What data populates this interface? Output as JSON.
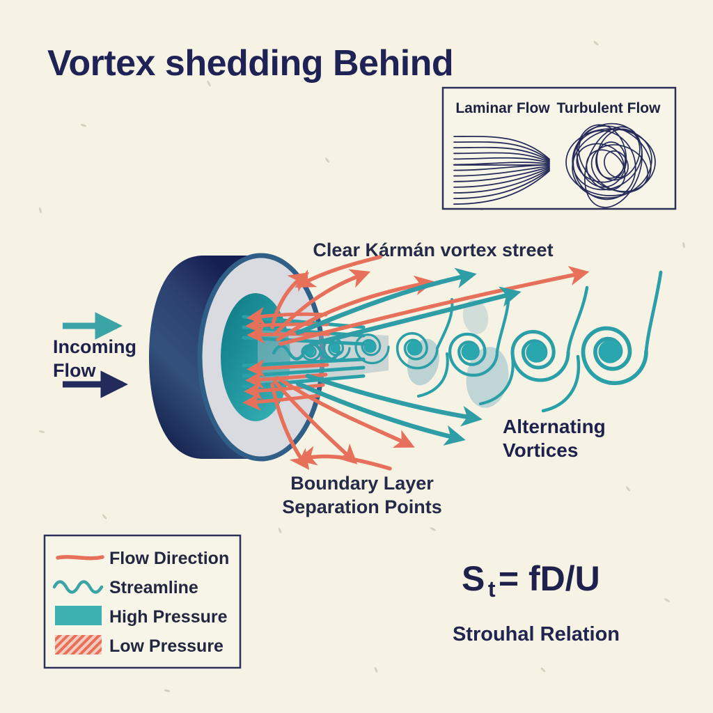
{
  "title": "Vortex shedding Behind",
  "inset": {
    "laminar_label": "Laminar Flow",
    "turbulent_label": "Turbulent Flow"
  },
  "diagram": {
    "karman_label": "Clear Kármán vortex street",
    "incoming_line1": "Incoming",
    "incoming_line2": "Flow",
    "alternating_line1": "Alternating",
    "alternating_line2": "Vortices",
    "boundary_line1": "Boundary Layer",
    "boundary_line2": "Separation Points"
  },
  "legend": {
    "items": [
      {
        "label": "Flow Direction",
        "swatch": "red-line"
      },
      {
        "label": "Streamline",
        "swatch": "teal-wave"
      },
      {
        "label": "High Pressure",
        "swatch": "teal-fill"
      },
      {
        "label": "Low Pressure",
        "swatch": "red-hatch"
      }
    ]
  },
  "formula": {
    "base": "S",
    "subscript": "t",
    "rest": " = fD/U",
    "caption": "Strouhal Relation"
  },
  "colors": {
    "background": "#f6f3e4",
    "navy": "#1e2254",
    "teal": "#2f9da6",
    "salmon": "#e7705a",
    "cylinder_face": "#dadbe0",
    "cylinder_core": "#1d9aa0"
  }
}
